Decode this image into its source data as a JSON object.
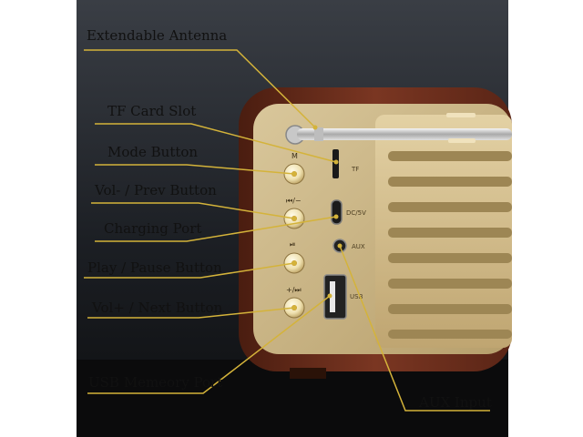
{
  "callouts": {
    "antenna": "Extendable Antenna",
    "tf_slot": "TF Card Slot",
    "mode": "Mode Button",
    "vol_minus": "Vol- / Prev Button",
    "charging": "Charging Port",
    "play_pause": "Play / Pause Button",
    "vol_plus": "Vol+ / Next Button",
    "usb": "USB Memeory Port",
    "aux": "AUX Input"
  },
  "panel_labels": {
    "tf": "TF",
    "dc": "DC/5V",
    "aux": "AUX",
    "usb": "USB",
    "mode": "M",
    "prev": "⏮/−",
    "play": "⏯",
    "next": "+/⏭"
  },
  "colors": {
    "leader_line": "#d4b33a",
    "wood": "#6b2f1d",
    "panel_gold": "#cdb98a",
    "button_gold": "#f2e6b8"
  }
}
